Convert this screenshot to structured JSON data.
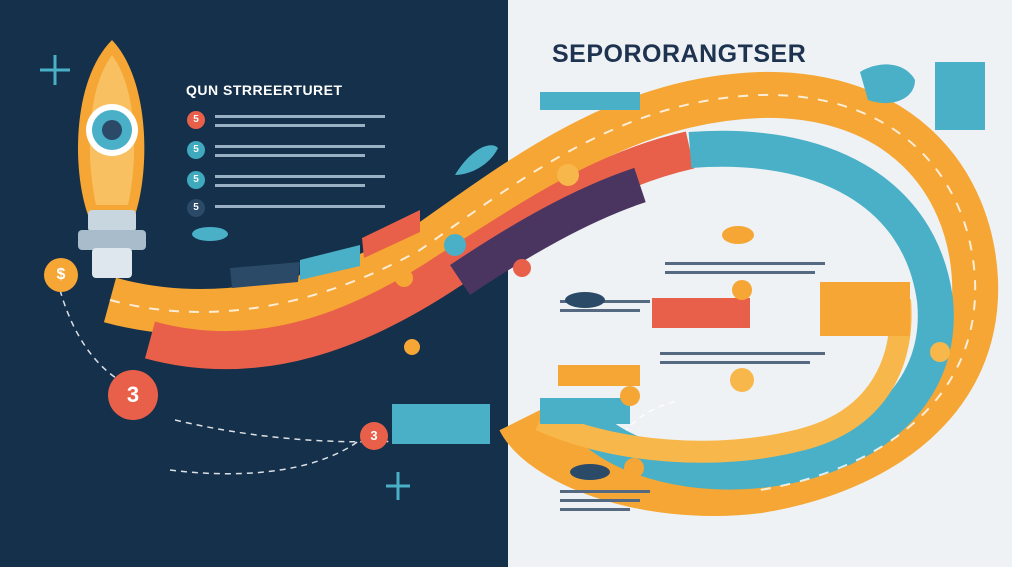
{
  "left_panel": {
    "title": "QUN STRREERTURET",
    "steps": [
      {
        "label": "5",
        "color": "#e8604a"
      },
      {
        "label": "5",
        "color": "#3fa9be"
      },
      {
        "label": "5",
        "color": "#3fa9be"
      },
      {
        "label": "5",
        "color": "#2a4a68"
      }
    ],
    "callouts": [
      {
        "label": "$",
        "color": "#f5a634"
      },
      {
        "label": "3",
        "color": "#e8604a"
      },
      {
        "label": "3",
        "color": "#e8604a"
      }
    ]
  },
  "right_panel": {
    "title": "SEPORORANGTSER"
  },
  "colors": {
    "navy": "#14304a",
    "orange": "#f5a634",
    "coral": "#e8604a",
    "teal": "#4ab0c8",
    "purple": "#4a3560",
    "light": "#eef2f4"
  }
}
